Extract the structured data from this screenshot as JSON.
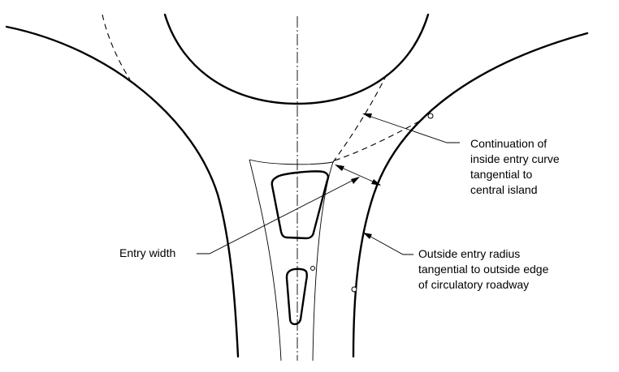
{
  "labels": {
    "continuation": [
      "Continuation of",
      "inside entry curve",
      "tangential to",
      "central island"
    ],
    "entry_width": "Entry width",
    "outside_entry": [
      "Outside entry radius",
      "tangential to outside edge",
      "of circulatory roadway"
    ]
  },
  "colors": {
    "ink": "#000000",
    "paper": "#ffffff"
  }
}
